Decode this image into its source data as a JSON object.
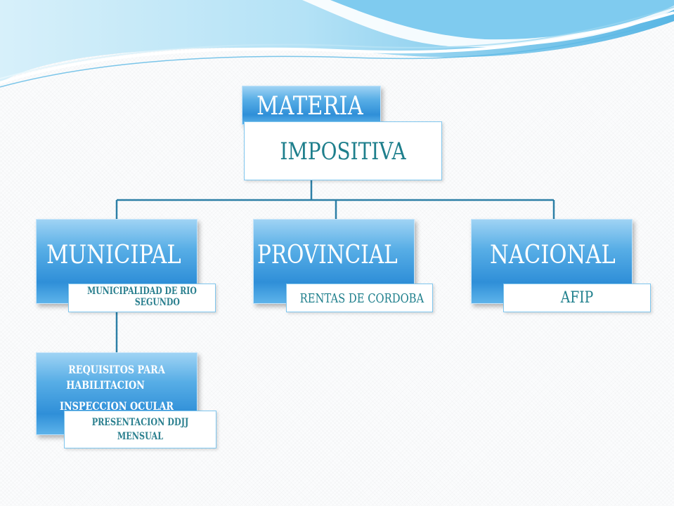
{
  "colors": {
    "banner_top": "#6ec3ea",
    "banner_white": "#ffffff",
    "box_blue": "#3b95dc",
    "box_blue_light": "#9fd3f4",
    "connector": "#2c7fa6",
    "label_text": "#1e7f8c"
  },
  "root": {
    "title": "MATERIA",
    "subtitle": "IMPOSITIVA"
  },
  "levels": [
    {
      "title": "MUNICIPAL",
      "subtitle_lines": [
        "MUNICIPALIDAD DE RIO",
        "SEGUNDO"
      ]
    },
    {
      "title": "PROVINCIAL",
      "subtitle_lines": [
        "RENTAS DE CORDOBA"
      ]
    },
    {
      "title": "NACIONAL",
      "subtitle_lines": [
        "AFIP"
      ]
    }
  ],
  "requisitos": {
    "lines": [
      "REQUISITOS PARA",
      "HABILITACION",
      "INSPECCION OCULAR"
    ],
    "subtitle_lines": [
      "PRESENTACION DDJJ",
      "MENSUAL"
    ]
  }
}
